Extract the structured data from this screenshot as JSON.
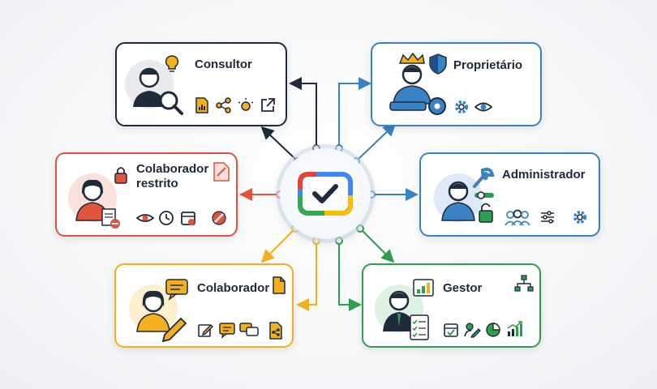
{
  "roles": {
    "consultor": {
      "title": "Consultor",
      "color": "#1f2a3a"
    },
    "proprietario": {
      "title": "Proprietário",
      "color": "#3b82c4"
    },
    "colaborador_restrito": {
      "title_line1": "Colaborador",
      "title_line2": "restrito",
      "color": "#e0533d"
    },
    "administrador": {
      "title": "Administrador",
      "color": "#3b82c4"
    },
    "colaborador": {
      "title": "Colaborador",
      "color": "#f2b01e"
    },
    "gestor": {
      "title": "Gestor",
      "color": "#2e9e4f"
    }
  },
  "hub": {
    "icon": "checkmark-icon"
  }
}
